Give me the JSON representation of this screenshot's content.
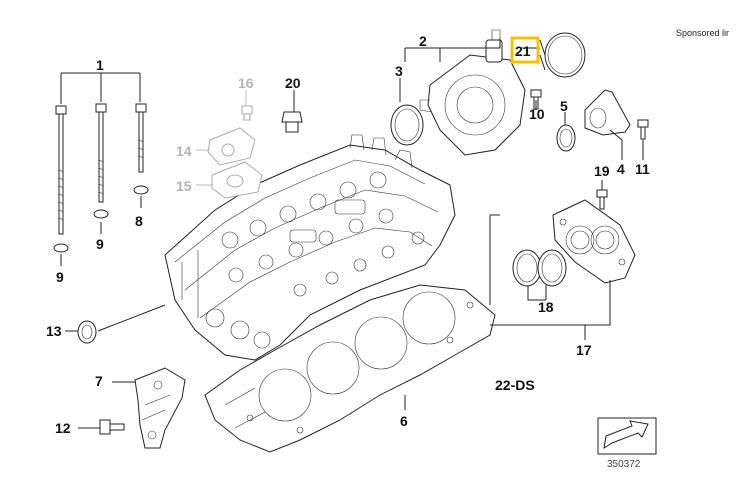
{
  "sponsored_text": "Sponsored lir",
  "diagram_code": "22-DS",
  "reference_number": "350372",
  "highlighted_callout": "21",
  "highlight_color": "#f5c400",
  "callouts": {
    "c1": "1",
    "c2": "2",
    "c3": "3",
    "c4": "4",
    "c5": "5",
    "c6": "6",
    "c7": "7",
    "c8": "8",
    "c9a": "9",
    "c9b": "9",
    "c10": "10",
    "c11": "11",
    "c12": "12",
    "c13": "13",
    "c14": "14",
    "c15": "15",
    "c16": "16",
    "c17": "17",
    "c18": "18",
    "c19": "19",
    "c20": "20",
    "c21": "21"
  }
}
